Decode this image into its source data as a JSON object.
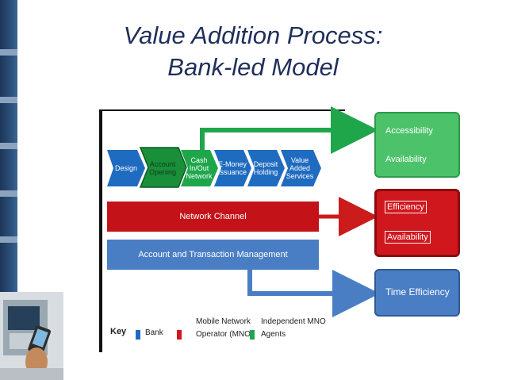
{
  "title": {
    "line1": "Value Addition Process:",
    "line2": "Bank-led Model"
  },
  "chevrons": [
    {
      "label": "Design",
      "color": "#1f6bbf"
    },
    {
      "label": "Account Opening",
      "color": "#1a8f3a"
    },
    {
      "label": "Cash In/Out Network",
      "color": "#1fa64b"
    },
    {
      "label": "E-Money Issuance",
      "color": "#1f6bbf"
    },
    {
      "label": "Deposit Holding",
      "color": "#1f6bbf"
    },
    {
      "label": "Value Added Services",
      "color": "#1f6bbf"
    }
  ],
  "bars": {
    "network_channel": "Network Channel",
    "account_management": "Account and Transaction Management"
  },
  "outcomes": {
    "green": {
      "line1": "Accessibility",
      "line2": "Availability",
      "color": "#4cc26a"
    },
    "red": {
      "line1": "Efficiency",
      "line2": "Availability",
      "color": "#d0171d"
    },
    "blue": {
      "line1": "Time Efficiency",
      "color": "#4a7ec4"
    }
  },
  "key": {
    "label": "Key",
    "bank": "Bank",
    "mno_line1": "Mobile Network",
    "mno_line2": "Operator (MNO)",
    "agents_line1": "Independent MNO",
    "agents_line2": "Agents",
    "colors": {
      "bank": "#1f6bbf",
      "mno": "#cc1b1b",
      "agents": "#1fa64b"
    }
  }
}
